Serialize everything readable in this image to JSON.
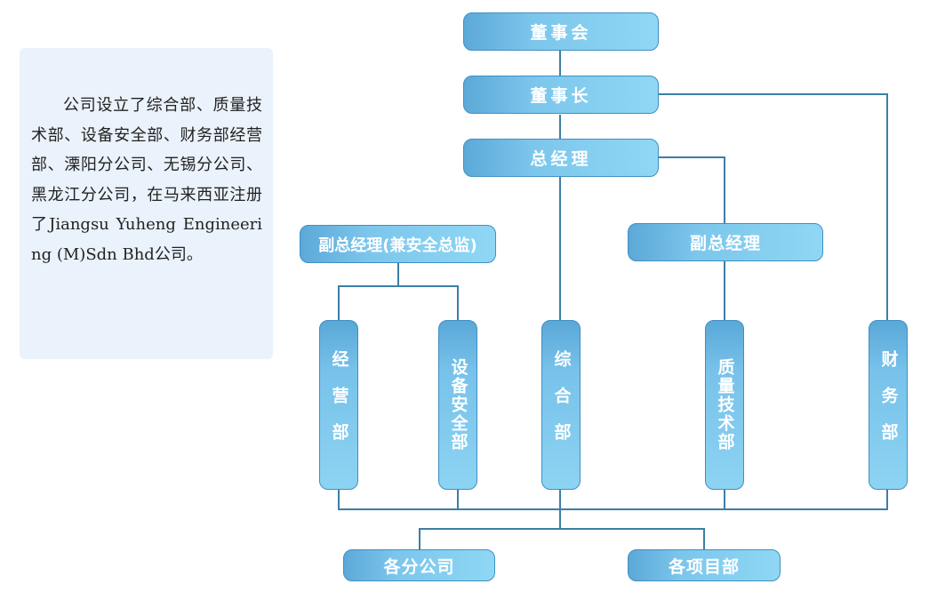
{
  "intro_text": "公司设立了综合部、质量技术部、设备安全部、财务部经营部、溧阳分公司、无锡分公司、黑龙江分公司，在马来西亚注册了Jiangsu Yuheng Engineering (M)Sdn Bhd公司。",
  "org_chart": {
    "board": "董事会",
    "chairman": "董事长",
    "general_manager": "总经理",
    "deputy_gm_safety": "副总经理(兼安全总监)",
    "deputy_gm": "副总经理",
    "departments": {
      "operations": "经营部",
      "equipment_safety": "设备安全部",
      "general_affairs": "综合部",
      "quality_tech": "质量技术部",
      "finance": "财务部"
    },
    "branches": "各分公司",
    "projects": "各项目部"
  },
  "colors": {
    "box_dark": "#5ca9d8",
    "box_light": "#8fd7f4",
    "line": "#3d7ea6",
    "panel": "#eaf2fb"
  }
}
